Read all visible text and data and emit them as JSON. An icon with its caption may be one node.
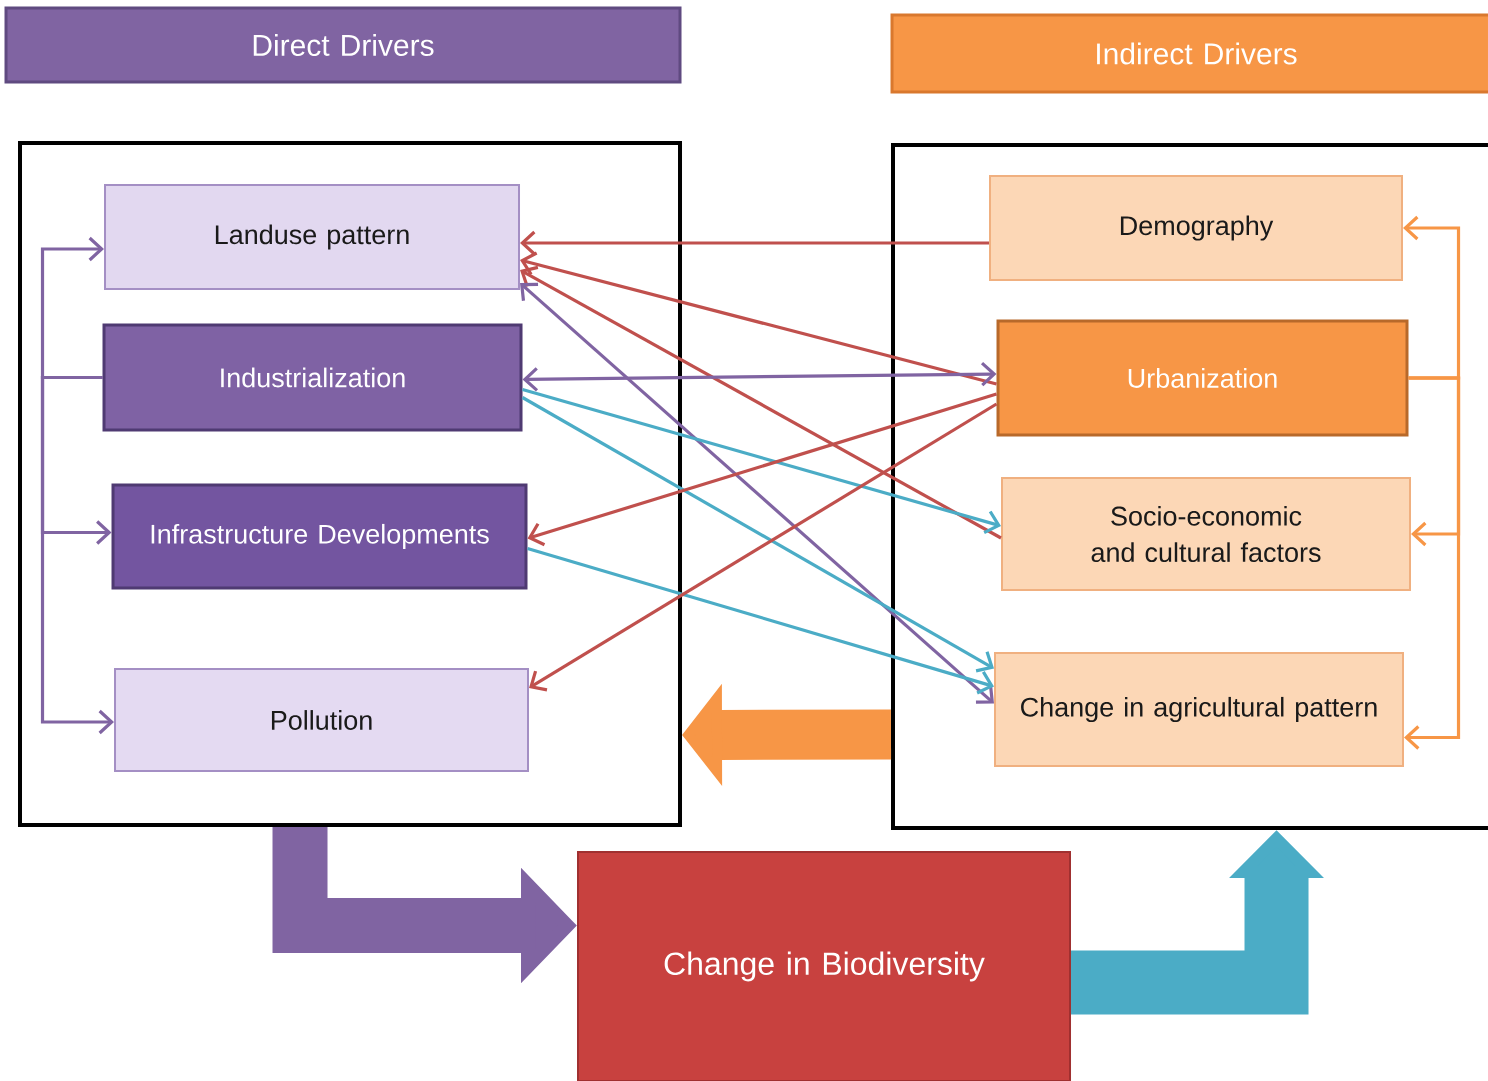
{
  "diagram": {
    "nodes": [
      {
        "text": [
          "Direct Drivers"
        ]
      },
      {
        "text": [
          "Indirect Drivers"
        ]
      },
      {
        "text": [],
        "shape": "box"
      },
      {
        "text": [
          "Landuse pattern"
        ],
        "in": 2
      },
      {
        "text": [
          "Industrialization"
        ],
        "in": 2
      },
      {
        "text": [
          "Infrastructure Developments"
        ],
        "in": 2
      },
      {
        "text": [
          "Pollution"
        ],
        "in": 2
      },
      {
        "text": [],
        "shape": "box"
      },
      {
        "text": [
          "Demography"
        ],
        "in": 7
      },
      {
        "text": [
          "Urbanization"
        ],
        "in": 7
      },
      {
        "text": [
          "Socio-economic and cultural factors"
        ],
        "in": 7
      },
      {
        "text": [
          "Change in agricultural pattern"
        ],
        "in": 7
      },
      {
        "text": [
          "Change in Biodiversity"
        ]
      }
    ],
    "edges": [
      {
        "from": 4,
        "to": 3,
        "arrow": "to",
        "color": "#8064a2"
      },
      {
        "from": 4,
        "to": 5,
        "arrow": "to",
        "color": "#8064a2"
      },
      {
        "from": 4,
        "to": 6,
        "arrow": "to",
        "color": "#8064a2"
      },
      {
        "from": 9,
        "to": 8,
        "arrow": "to",
        "color": "#f79646"
      },
      {
        "from": 9,
        "to": 10,
        "arrow": "to",
        "color": "#f79646"
      },
      {
        "from": 9,
        "to": 11,
        "arrow": "to",
        "color": "#f79646"
      },
      {
        "from": 8,
        "to": 3,
        "arrow": "to",
        "color": "#c0504d"
      },
      {
        "from": 9,
        "to": 3,
        "arrow": "to",
        "color": "#c0504d"
      },
      {
        "from": 10,
        "to": 3,
        "arrow": "to",
        "color": "#c0504d"
      },
      {
        "from": 4,
        "to": 9,
        "arrow": "both",
        "color": "#8064a2"
      },
      {
        "from": 11,
        "to": 3,
        "arrow": "both",
        "color": "#8064a2"
      },
      {
        "from": 4,
        "to": 10,
        "arrow": "to",
        "color": "#4bacc6"
      },
      {
        "from": 4,
        "to": 11,
        "arrow": "to",
        "color": "#4bacc6"
      },
      {
        "from": 5,
        "to": 11,
        "arrow": "to",
        "color": "#4bacc6"
      },
      {
        "from": 9,
        "to": 5,
        "arrow": "to",
        "color": "#c0504d"
      },
      {
        "from": 9,
        "to": 6,
        "arrow": "to",
        "color": "#c0504d"
      },
      {
        "from": 7,
        "to": 2,
        "arrow": "to",
        "style": "thick",
        "color": "#f79646"
      },
      {
        "from": 2,
        "to": 12,
        "arrow": "to",
        "style": "thick",
        "color": "#8064a2"
      },
      {
        "from": 12,
        "to": 7,
        "arrow": "to",
        "style": "thick",
        "color": "#4bacc6"
      }
    ]
  }
}
